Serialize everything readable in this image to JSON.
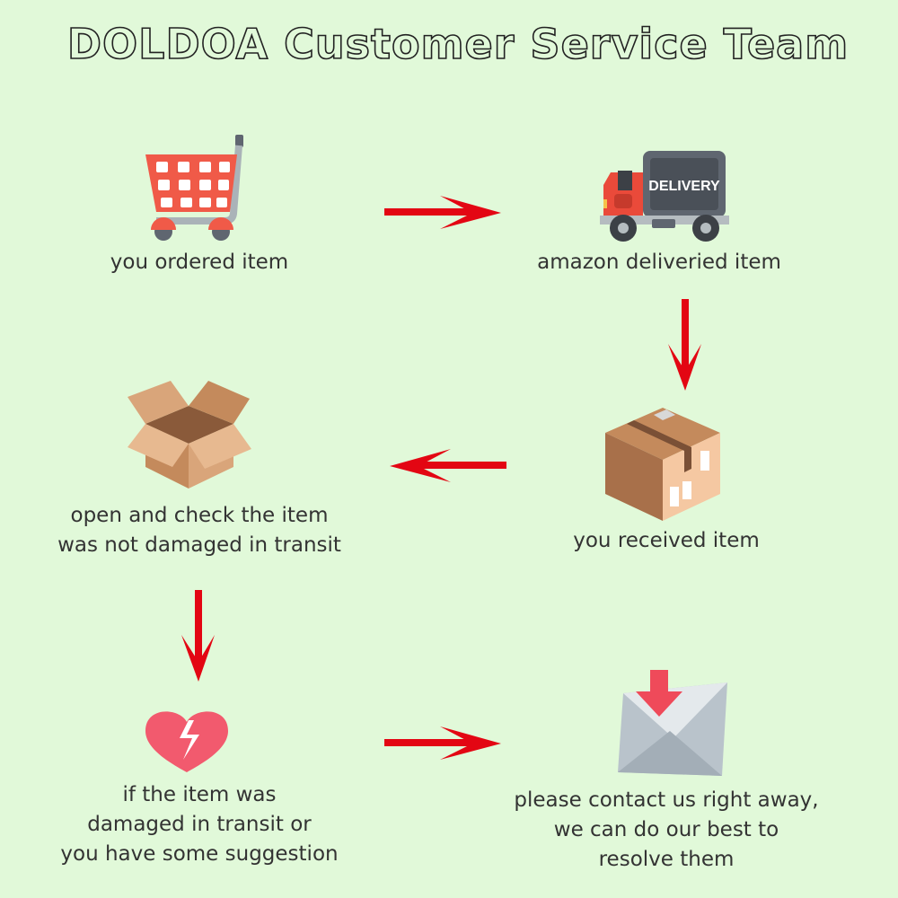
{
  "title": "DOLDOA Customer Service Team",
  "steps": [
    {
      "icon": "shopping-cart-icon",
      "label": [
        "you ordered item"
      ]
    },
    {
      "icon": "delivery-truck-icon",
      "label": [
        "amazon deliveried item"
      ],
      "truck_text": "DELIVERY"
    },
    {
      "icon": "closed-box-icon",
      "label": [
        "you received item"
      ]
    },
    {
      "icon": "open-box-icon",
      "label": [
        "open and check the item",
        "was not damaged in transit"
      ]
    },
    {
      "icon": "broken-heart-icon",
      "label": [
        "if the item was",
        "damaged in transit or",
        "you have some suggestion"
      ]
    },
    {
      "icon": "envelope-icon",
      "label": [
        "please contact us right away,",
        "we can do our best to",
        "resolve them"
      ]
    }
  ],
  "colors": {
    "background": "#e1f9d9",
    "arrow": "#e30613"
  }
}
